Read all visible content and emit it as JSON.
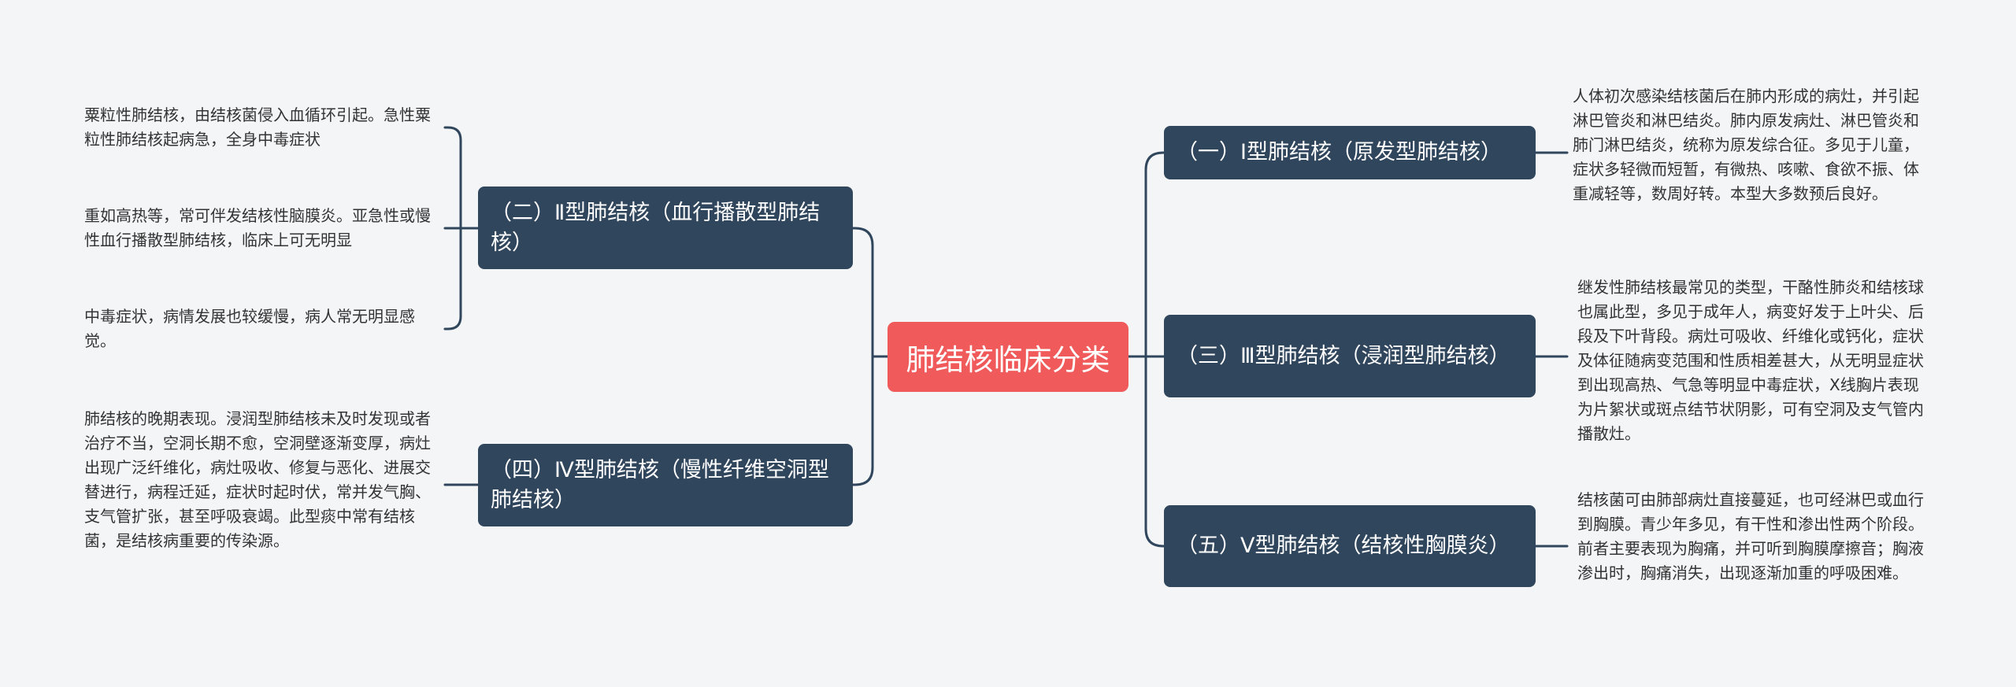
{
  "root": {
    "label": "肺结核临床分类"
  },
  "branches": [
    {
      "label": "（一）I型肺结核（原发型肺结核）"
    },
    {
      "label": "（二）Ⅱ型肺结核（血行播散型肺结核）"
    },
    {
      "label": "（三）Ⅲ型肺结核（浸润型肺结核）"
    },
    {
      "label": "（四）Ⅳ型肺结核（慢性纤维空洞型肺结核）"
    },
    {
      "label": "（五）Ⅴ型肺结核（结核性胸膜炎）"
    }
  ],
  "leaves": {
    "type1": "人体初次感染结核菌后在肺内形成的病灶，并引起淋巴管炎和淋巴结炎。肺内原发病灶、淋巴管炎和肺门淋巴结炎，统称为原发综合征。多见于儿童，症状多轻微而短暂，有微热、咳嗽、食欲不振、体重减轻等，数周好转。本型大多数预后良好。",
    "type2": [
      "粟粒性肺结核，由结核菌侵入血循环引起。急性粟粒性肺结核起病急，全身中毒症状",
      "重如高热等，常可伴发结核性脑膜炎。亚急性或慢性血行播散型肺结核，临床上可无明显",
      "中毒症状，病情发展也较缓慢，病人常无明显感觉。"
    ],
    "type3": "继发性肺结核最常见的类型，干酪性肺炎和结核球也属此型，多见于成年人，病变好发于上叶尖、后段及下叶背段。病灶可吸收、纤维化或钙化，症状及体征随病变范围和性质相差甚大，从无明显症状到出现高热、气急等明显中毒症状，X线胸片表现为片絮状或斑点结节状阴影，可有空洞及支气管内播散灶。",
    "type4": "肺结核的晚期表现。浸润型肺结核未及时发现或者治疗不当，空洞长期不愈，空洞壁逐渐变厚，病灶出现广泛纤维化，病灶吸收、修复与恶化、进展交替进行，病程迁延，症状时起时伏，常并发气胸、支气管扩张，甚至呼吸衰竭。此型痰中常有结核菌，是结核病重要的传染源。",
    "type5": "结核菌可由肺部病灶直接蔓延，也可经淋巴或血行到胸膜。青少年多见，有干性和渗出性两个阶段。前者主要表现为胸痛，并可听到胸膜摩擦音；胸液渗出时，胸痛消失，出现逐渐加重的呼吸困难。"
  },
  "colors": {
    "background": "#f4f5f7",
    "root": "#f05a5a",
    "branch": "#30465d",
    "line": "#30465d",
    "leaf_text": "#333333"
  }
}
